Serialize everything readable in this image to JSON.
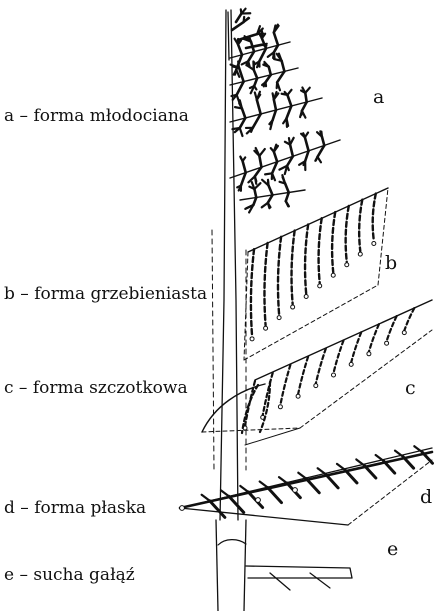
{
  "labels": {
    "a": "a – forma młodociana",
    "b": "b – forma grzebieniasta",
    "c": "c – forma szczotkowa",
    "d": "d – forma płaska",
    "e": "e – sucha gałąź"
  },
  "letters": {
    "a": "a",
    "b": "b",
    "c": "c",
    "d": "d",
    "e": "e"
  },
  "colors": {
    "ink": "#111111",
    "background": "#ffffff"
  }
}
